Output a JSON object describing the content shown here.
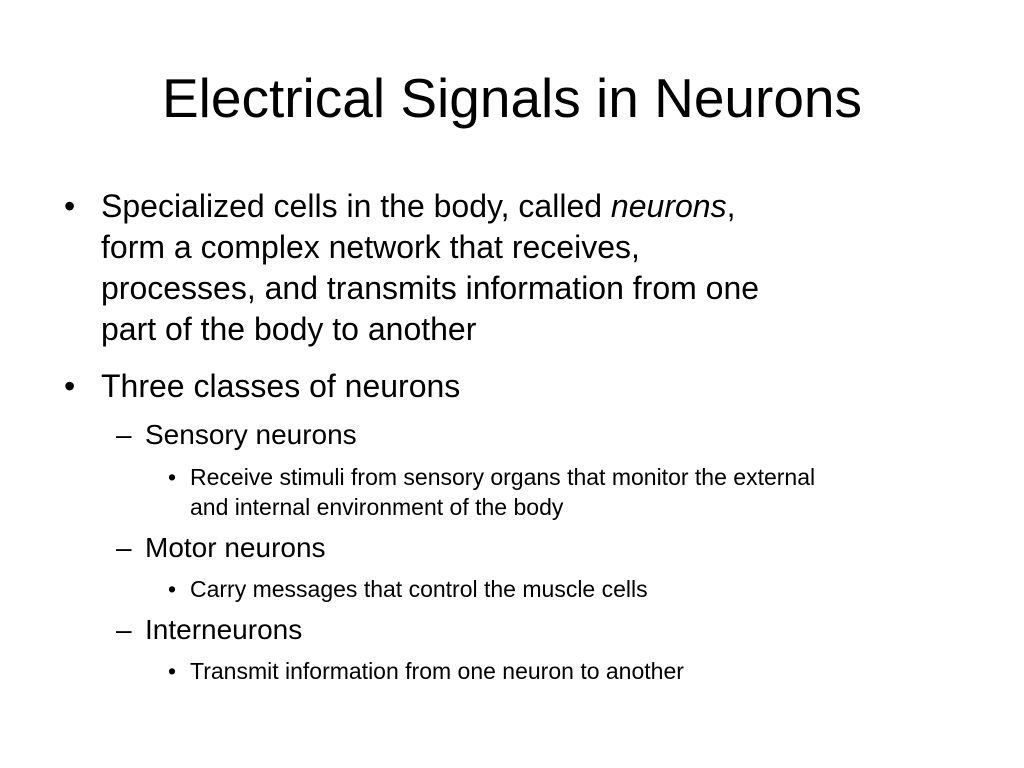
{
  "slide": {
    "title": "Electrical Signals in Neurons",
    "bullet_char": "•",
    "dash_char": "–",
    "point1": {
      "lines": [
        "Specialized cells in the body, called ",
        "form a complex network that receives,",
        "processes, and transmits information from one",
        "part of the body to another"
      ],
      "emphasis": "neurons",
      "after_emphasis": ","
    },
    "point2": {
      "text": "Three classes of neurons",
      "subitems": [
        {
          "label": "Sensory neurons",
          "details": [
            "Receive stimuli from sensory organs that monitor the external",
            "and internal environment of the body"
          ]
        },
        {
          "label": "Motor neurons",
          "details": [
            "Carry messages that control the muscle cells"
          ]
        },
        {
          "label": "Interneurons",
          "details": [
            "Transmit information from one neuron to another"
          ]
        }
      ]
    }
  }
}
